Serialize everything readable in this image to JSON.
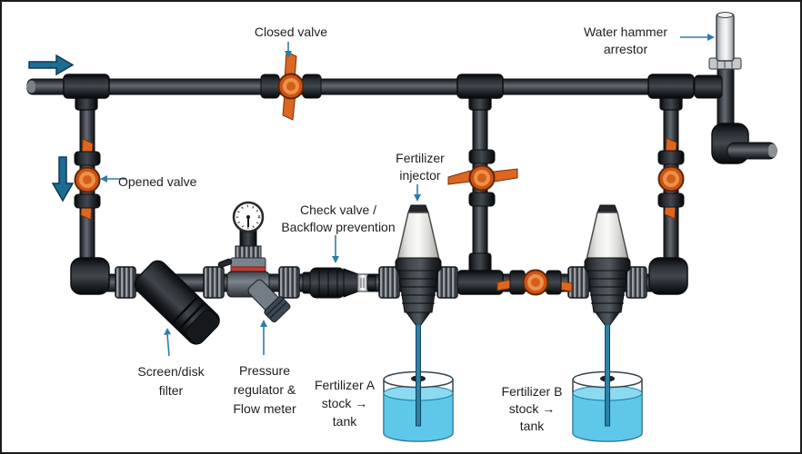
{
  "title": "Fertigation piping system diagram",
  "labels": {
    "closed_valve": "Closed valve",
    "water_hammer_line1": "Water hammer",
    "water_hammer_line2": "arrestor",
    "opened_valve": "Opened valve",
    "fertilizer_injector_line1": "Fertilizer",
    "fertilizer_injector_line2": "injector",
    "check_valve_line1": "Check valve /",
    "check_valve_line2": "Backflow prevention",
    "screen_filter_line1": "Screen/disk",
    "screen_filter_line2": "filter",
    "pressure_line1": "Pressure",
    "pressure_line2": "regulator &",
    "pressure_line3": "Flow meter",
    "fertilizer_a_line1": "Fertilizer A",
    "fertilizer_a_line2": "stock →",
    "fertilizer_a_line3": "tank",
    "fertilizer_b_line1": "Fertilizer B",
    "fertilizer_b_line2": "stock →",
    "fertilizer_b_line3": "tank"
  },
  "icons": {
    "flow_arrow_right": "block arrow pointing right (water inlet flow)",
    "flow_arrow_down": "block arrow pointing down (flow into loop)",
    "pointer_arrow": "thin blue callout arrow"
  },
  "colors": {
    "background": "#ffffff",
    "border": "#1c1c1c",
    "text": "#1e1e1e",
    "pipe_mid": "#646b72",
    "fitting_dark": "#2b3036",
    "valve_orange": "#dd6620",
    "flow_arrow_blue": "#1e6b93",
    "pointer_arrow_blue": "#2e7cab",
    "tank_liquid": "#5fc8ea",
    "regulator_red_band": "#c23a31",
    "arrestor_silver": "#dfe1e2"
  }
}
